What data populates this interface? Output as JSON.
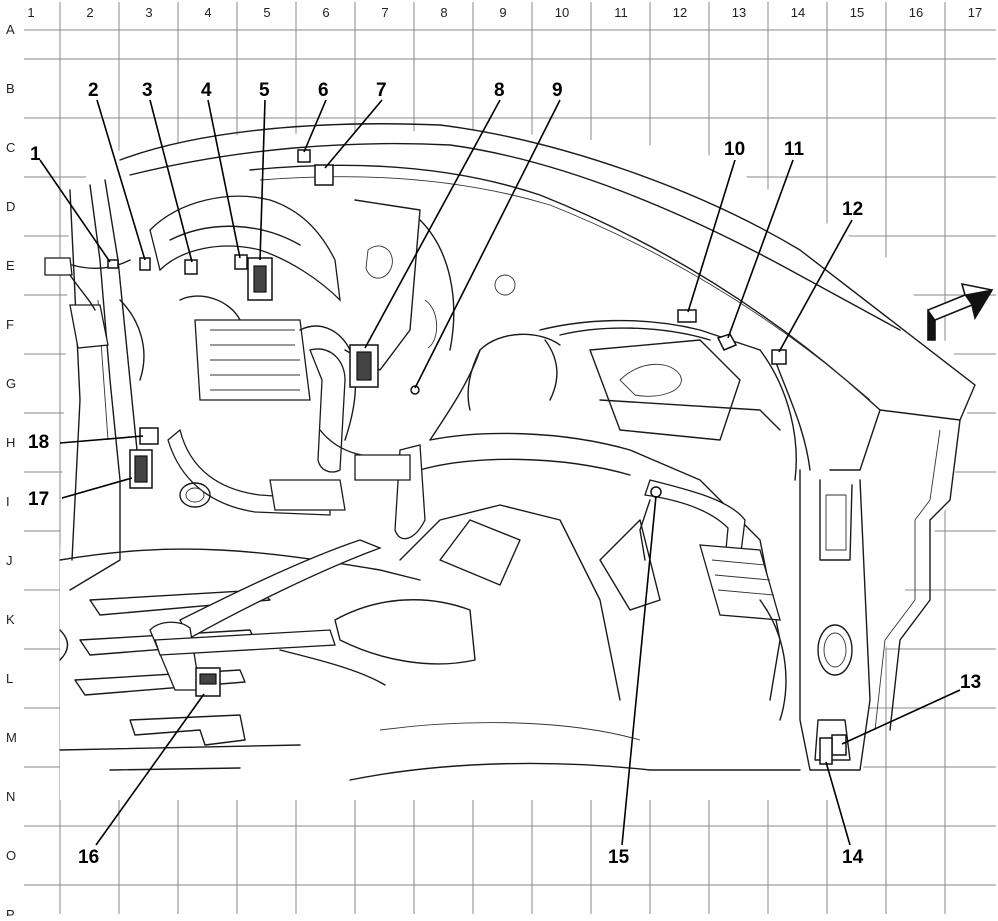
{
  "grid": {
    "columns": [
      "1",
      "2",
      "3",
      "4",
      "5",
      "6",
      "7",
      "8",
      "9",
      "10",
      "11",
      "12",
      "13",
      "14",
      "15",
      "16",
      "17"
    ],
    "rows": [
      "A",
      "B",
      "C",
      "D",
      "E",
      "F",
      "G",
      "H",
      "I",
      "J",
      "K",
      "L",
      "M",
      "N",
      "O",
      "P"
    ]
  },
  "callouts": [
    "1",
    "2",
    "3",
    "4",
    "5",
    "6",
    "7",
    "8",
    "9",
    "10",
    "11",
    "12",
    "13",
    "14",
    "15",
    "16",
    "17",
    "18"
  ],
  "icons": {
    "direction_arrow": "forward-arrow-icon"
  }
}
